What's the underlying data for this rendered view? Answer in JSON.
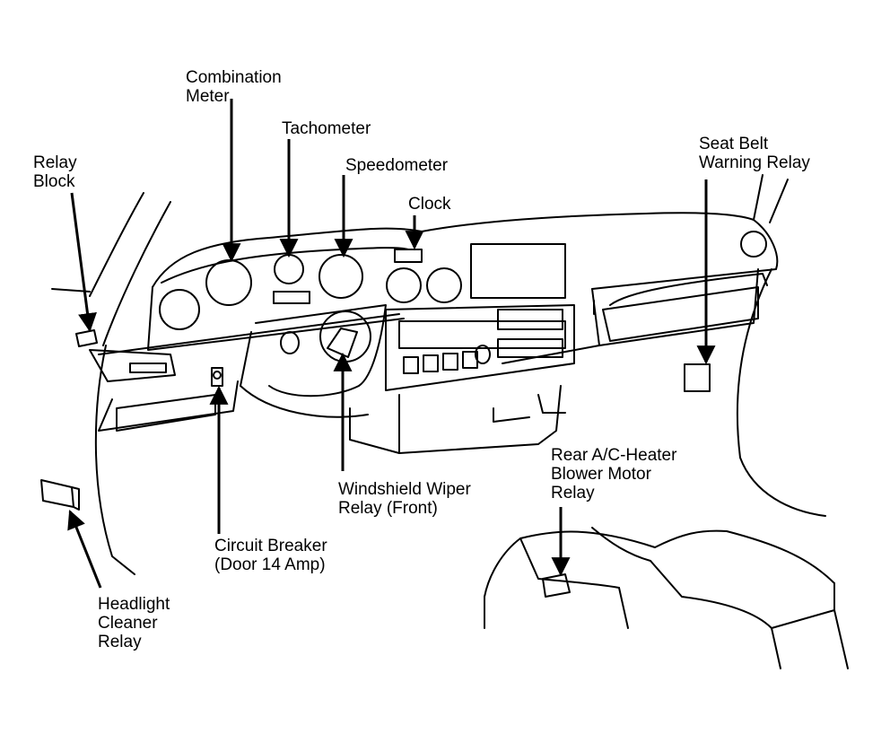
{
  "labels": {
    "combination_meter": [
      "Combination",
      "Meter"
    ],
    "tachometer": [
      "Tachometer"
    ],
    "speedometer": [
      "Speedometer"
    ],
    "clock": [
      "Clock"
    ],
    "seat_belt_warning_relay": [
      "Seat Belt",
      "Warning Relay"
    ],
    "relay_block": [
      "Relay",
      "Block"
    ],
    "windshield_wiper_relay": [
      "Windshield Wiper",
      "Relay (Front)"
    ],
    "rear_ac_heater_relay": [
      "Rear A/C-Heater",
      "Blower Motor",
      "Relay"
    ],
    "circuit_breaker": [
      "Circuit Breaker",
      "(Door 14 Amp)"
    ],
    "headlight_cleaner_relay": [
      "Headlight",
      "Cleaner",
      "Relay"
    ]
  },
  "colors": {
    "ink": "#000000",
    "paper": "#ffffff"
  }
}
